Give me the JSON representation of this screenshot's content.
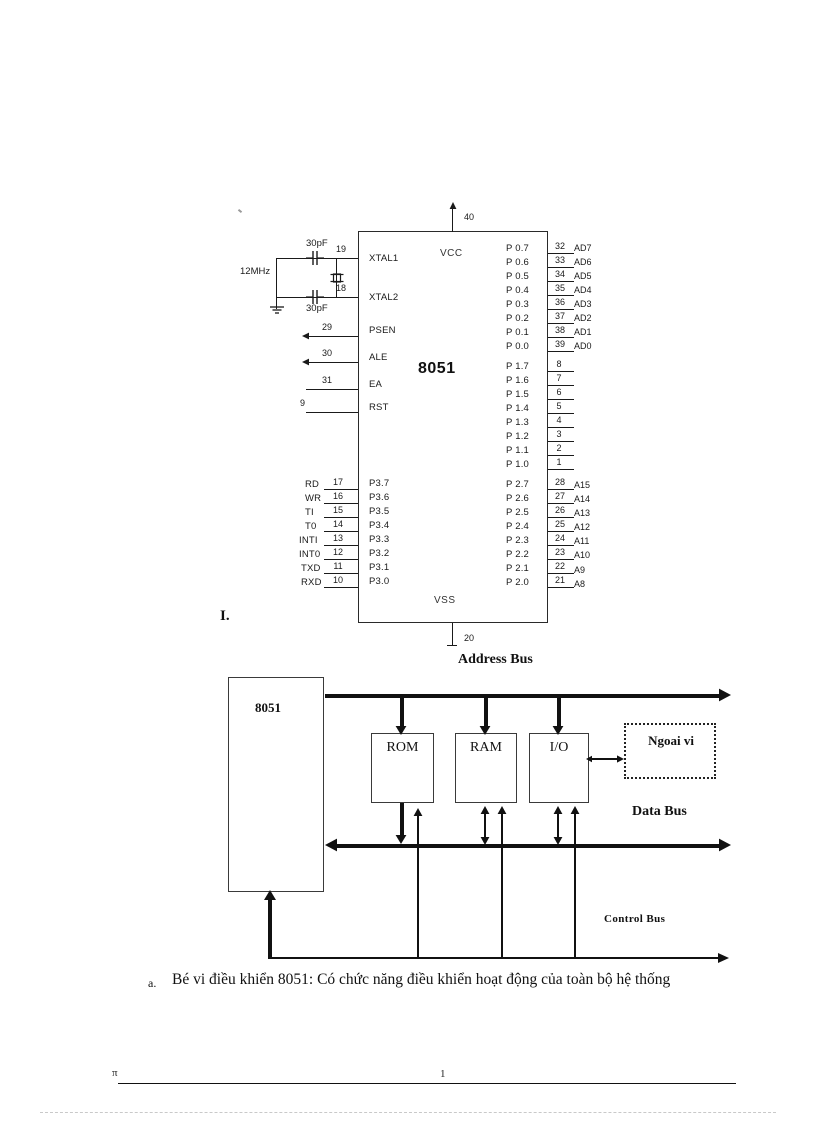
{
  "document": {
    "section_marker": "I.",
    "paragraph_marker": "a.",
    "paragraph_text": "Bé vi điều khiển 8051: Có chức năng điều khiển hoạt động của toàn bộ hệ thống",
    "footer_mark": "π",
    "page_number": "1"
  },
  "schematic": {
    "chip_name": "8051",
    "vcc_label": "VCC",
    "vss_label": "VSS",
    "vcc_pin": "40",
    "vss_pin": "20",
    "oscillator": {
      "frequency": "12MHz",
      "cap_top": "30pF",
      "cap_bottom": "30pF"
    },
    "left_pins": [
      {
        "num": "19",
        "name": "XTAL1"
      },
      {
        "num": "18",
        "name": "XTAL2"
      },
      {
        "num": "29",
        "name": "PSEN"
      },
      {
        "num": "30",
        "name": "ALE"
      },
      {
        "num": "31",
        "name": "EA"
      },
      {
        "num": "9",
        "name": "RST"
      }
    ],
    "port3_pins": [
      {
        "signal": "RD",
        "num": "17",
        "name": "P3.7"
      },
      {
        "signal": "WR",
        "num": "16",
        "name": "P3.6"
      },
      {
        "signal": "TI",
        "num": "15",
        "name": "P3.5"
      },
      {
        "signal": "T0",
        "num": "14",
        "name": "P3.4"
      },
      {
        "signal": "INTI",
        "num": "13",
        "name": "P3.3"
      },
      {
        "signal": "INT0",
        "num": "12",
        "name": "P3.2"
      },
      {
        "signal": "TXD",
        "num": "11",
        "name": "P3.1"
      },
      {
        "signal": "RXD",
        "num": "10",
        "name": "P3.0"
      }
    ],
    "port0_pins": [
      {
        "name": "P 0.7",
        "num": "32",
        "alias": "AD7"
      },
      {
        "name": "P 0.6",
        "num": "33",
        "alias": "AD6"
      },
      {
        "name": "P 0.5",
        "num": "34",
        "alias": "AD5"
      },
      {
        "name": "P 0.4",
        "num": "35",
        "alias": "AD4"
      },
      {
        "name": "P 0.3",
        "num": "36",
        "alias": "AD3"
      },
      {
        "name": "P 0.2",
        "num": "37",
        "alias": "AD2"
      },
      {
        "name": "P 0.1",
        "num": "38",
        "alias": "AD1"
      },
      {
        "name": "P 0.0",
        "num": "39",
        "alias": "AD0"
      }
    ],
    "port1_pins": [
      {
        "name": "P 1.7",
        "num": "8",
        "alias": ""
      },
      {
        "name": "P 1.6",
        "num": "7",
        "alias": ""
      },
      {
        "name": "P 1.5",
        "num": "6",
        "alias": ""
      },
      {
        "name": "P 1.4",
        "num": "5",
        "alias": ""
      },
      {
        "name": "P 1.3",
        "num": "4",
        "alias": ""
      },
      {
        "name": "P 1.2",
        "num": "3",
        "alias": ""
      },
      {
        "name": "P 1.1",
        "num": "2",
        "alias": ""
      },
      {
        "name": "P 1.0",
        "num": "1",
        "alias": ""
      }
    ],
    "port2_pins": [
      {
        "name": "P 2.7",
        "num": "28",
        "alias": "A15"
      },
      {
        "name": "P 2.6",
        "num": "27",
        "alias": "A14"
      },
      {
        "name": "P 2.5",
        "num": "26",
        "alias": "A13"
      },
      {
        "name": "P 2.4",
        "num": "25",
        "alias": "A12"
      },
      {
        "name": "P 2.3",
        "num": "24",
        "alias": "A11"
      },
      {
        "name": "P 2.2",
        "num": "23",
        "alias": "A10"
      },
      {
        "name": "P 2.1",
        "num": "22",
        "alias": "A9"
      },
      {
        "name": "P 2.0",
        "num": "21",
        "alias": "A8"
      }
    ]
  },
  "block_diagram": {
    "cpu_label": "8051",
    "units": [
      {
        "label": "ROM"
      },
      {
        "label": "RAM"
      },
      {
        "label": "I/O"
      }
    ],
    "peripheral_label": "Ngoai vi",
    "address_bus_label": "Address Bus",
    "data_bus_label": "Data Bus",
    "control_bus_label": "Control  Bus"
  },
  "colors": {
    "ink": "#111111",
    "paper": "#ffffff"
  }
}
